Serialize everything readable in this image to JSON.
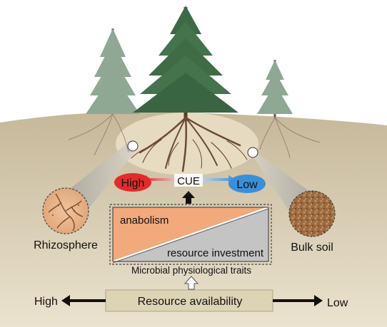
{
  "labels": {
    "cue": "CUE",
    "cue_high": "High",
    "cue_low": "Low",
    "anabolism": "anabolism",
    "resource_investment": "resource investment",
    "microbial_traits": "Microbial physiological traits",
    "resource_availability": "Resource availability",
    "axis_high": "High",
    "axis_low": "Low",
    "rhizosphere": "Rhizosphere",
    "bulk_soil": "Bulk soil"
  },
  "colors": {
    "soil": "#c9bb9b",
    "root_zone": "#e8dcc0",
    "tree_main": "#3f6b45",
    "tree_side": "#8aa08c",
    "root": "#6b4a36",
    "high_red": "#e32b2b",
    "low_blue": "#3a8fd9",
    "anabolism_fill": "#f2a97b",
    "investment_fill": "#c4c4c4",
    "resource_box": "#ddd4b5"
  }
}
